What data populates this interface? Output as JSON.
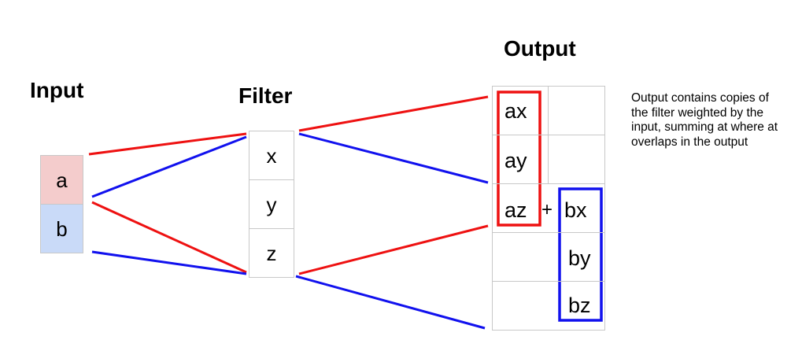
{
  "headings": {
    "input": "Input",
    "filter": "Filter",
    "output": "Output"
  },
  "input": {
    "cells": [
      "a",
      "b"
    ],
    "colors": {
      "a": "#f4cccc",
      "b": "#c9daf8"
    }
  },
  "filter": {
    "cells": [
      "x",
      "y",
      "z"
    ]
  },
  "output": {
    "ax": "ax",
    "ay": "ay",
    "az": "az",
    "plus": "+",
    "bx": "bx",
    "by": "by",
    "bz": "bz"
  },
  "note": "Output contains copies of the filter weighted by the input, summing at where at overlaps in the output",
  "colors": {
    "red": "#ee1111",
    "blue": "#1111ee",
    "grid": "#c8c8c8"
  }
}
